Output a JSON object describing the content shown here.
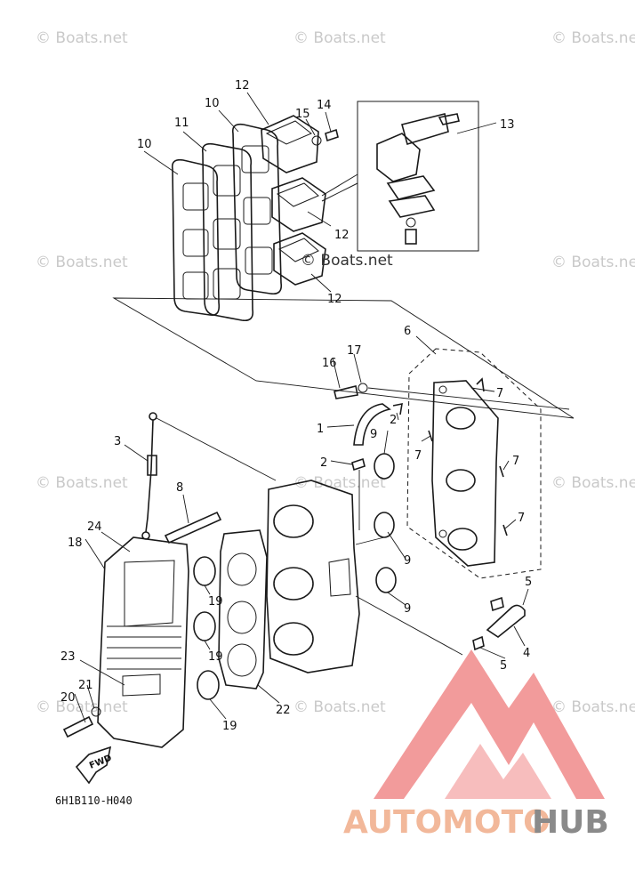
{
  "diagram_code": "6H1B110-H040",
  "fwd_label": "FWD",
  "watermark": "© Boats.net",
  "brand": {
    "part1": "AUTOMOTO",
    "part2": "HUB",
    "color1": "#f2b89a",
    "color2": "#8a8a8a",
    "logo_color": "#f08a8a"
  },
  "callouts": {
    "c1": "1",
    "c2a": "2",
    "c2b": "2",
    "c3": "3",
    "c4": "4",
    "c5a": "5",
    "c5b": "5",
    "c6": "6",
    "c7a": "7",
    "c7b": "7",
    "c7c": "7",
    "c7d": "7",
    "c8": "8",
    "c9a": "9",
    "c9b": "9",
    "c9c": "9",
    "c10a": "10",
    "c10b": "10",
    "c11": "11",
    "c12a": "12",
    "c12b": "12",
    "c12c": "12",
    "c13": "13",
    "c14": "14",
    "c15": "15",
    "c16": "16",
    "c17": "17",
    "c18": "18",
    "c19a": "19",
    "c19b": "19",
    "c19c": "19",
    "c20": "20",
    "c21": "21",
    "c22": "22",
    "c23": "23",
    "c24": "24"
  }
}
